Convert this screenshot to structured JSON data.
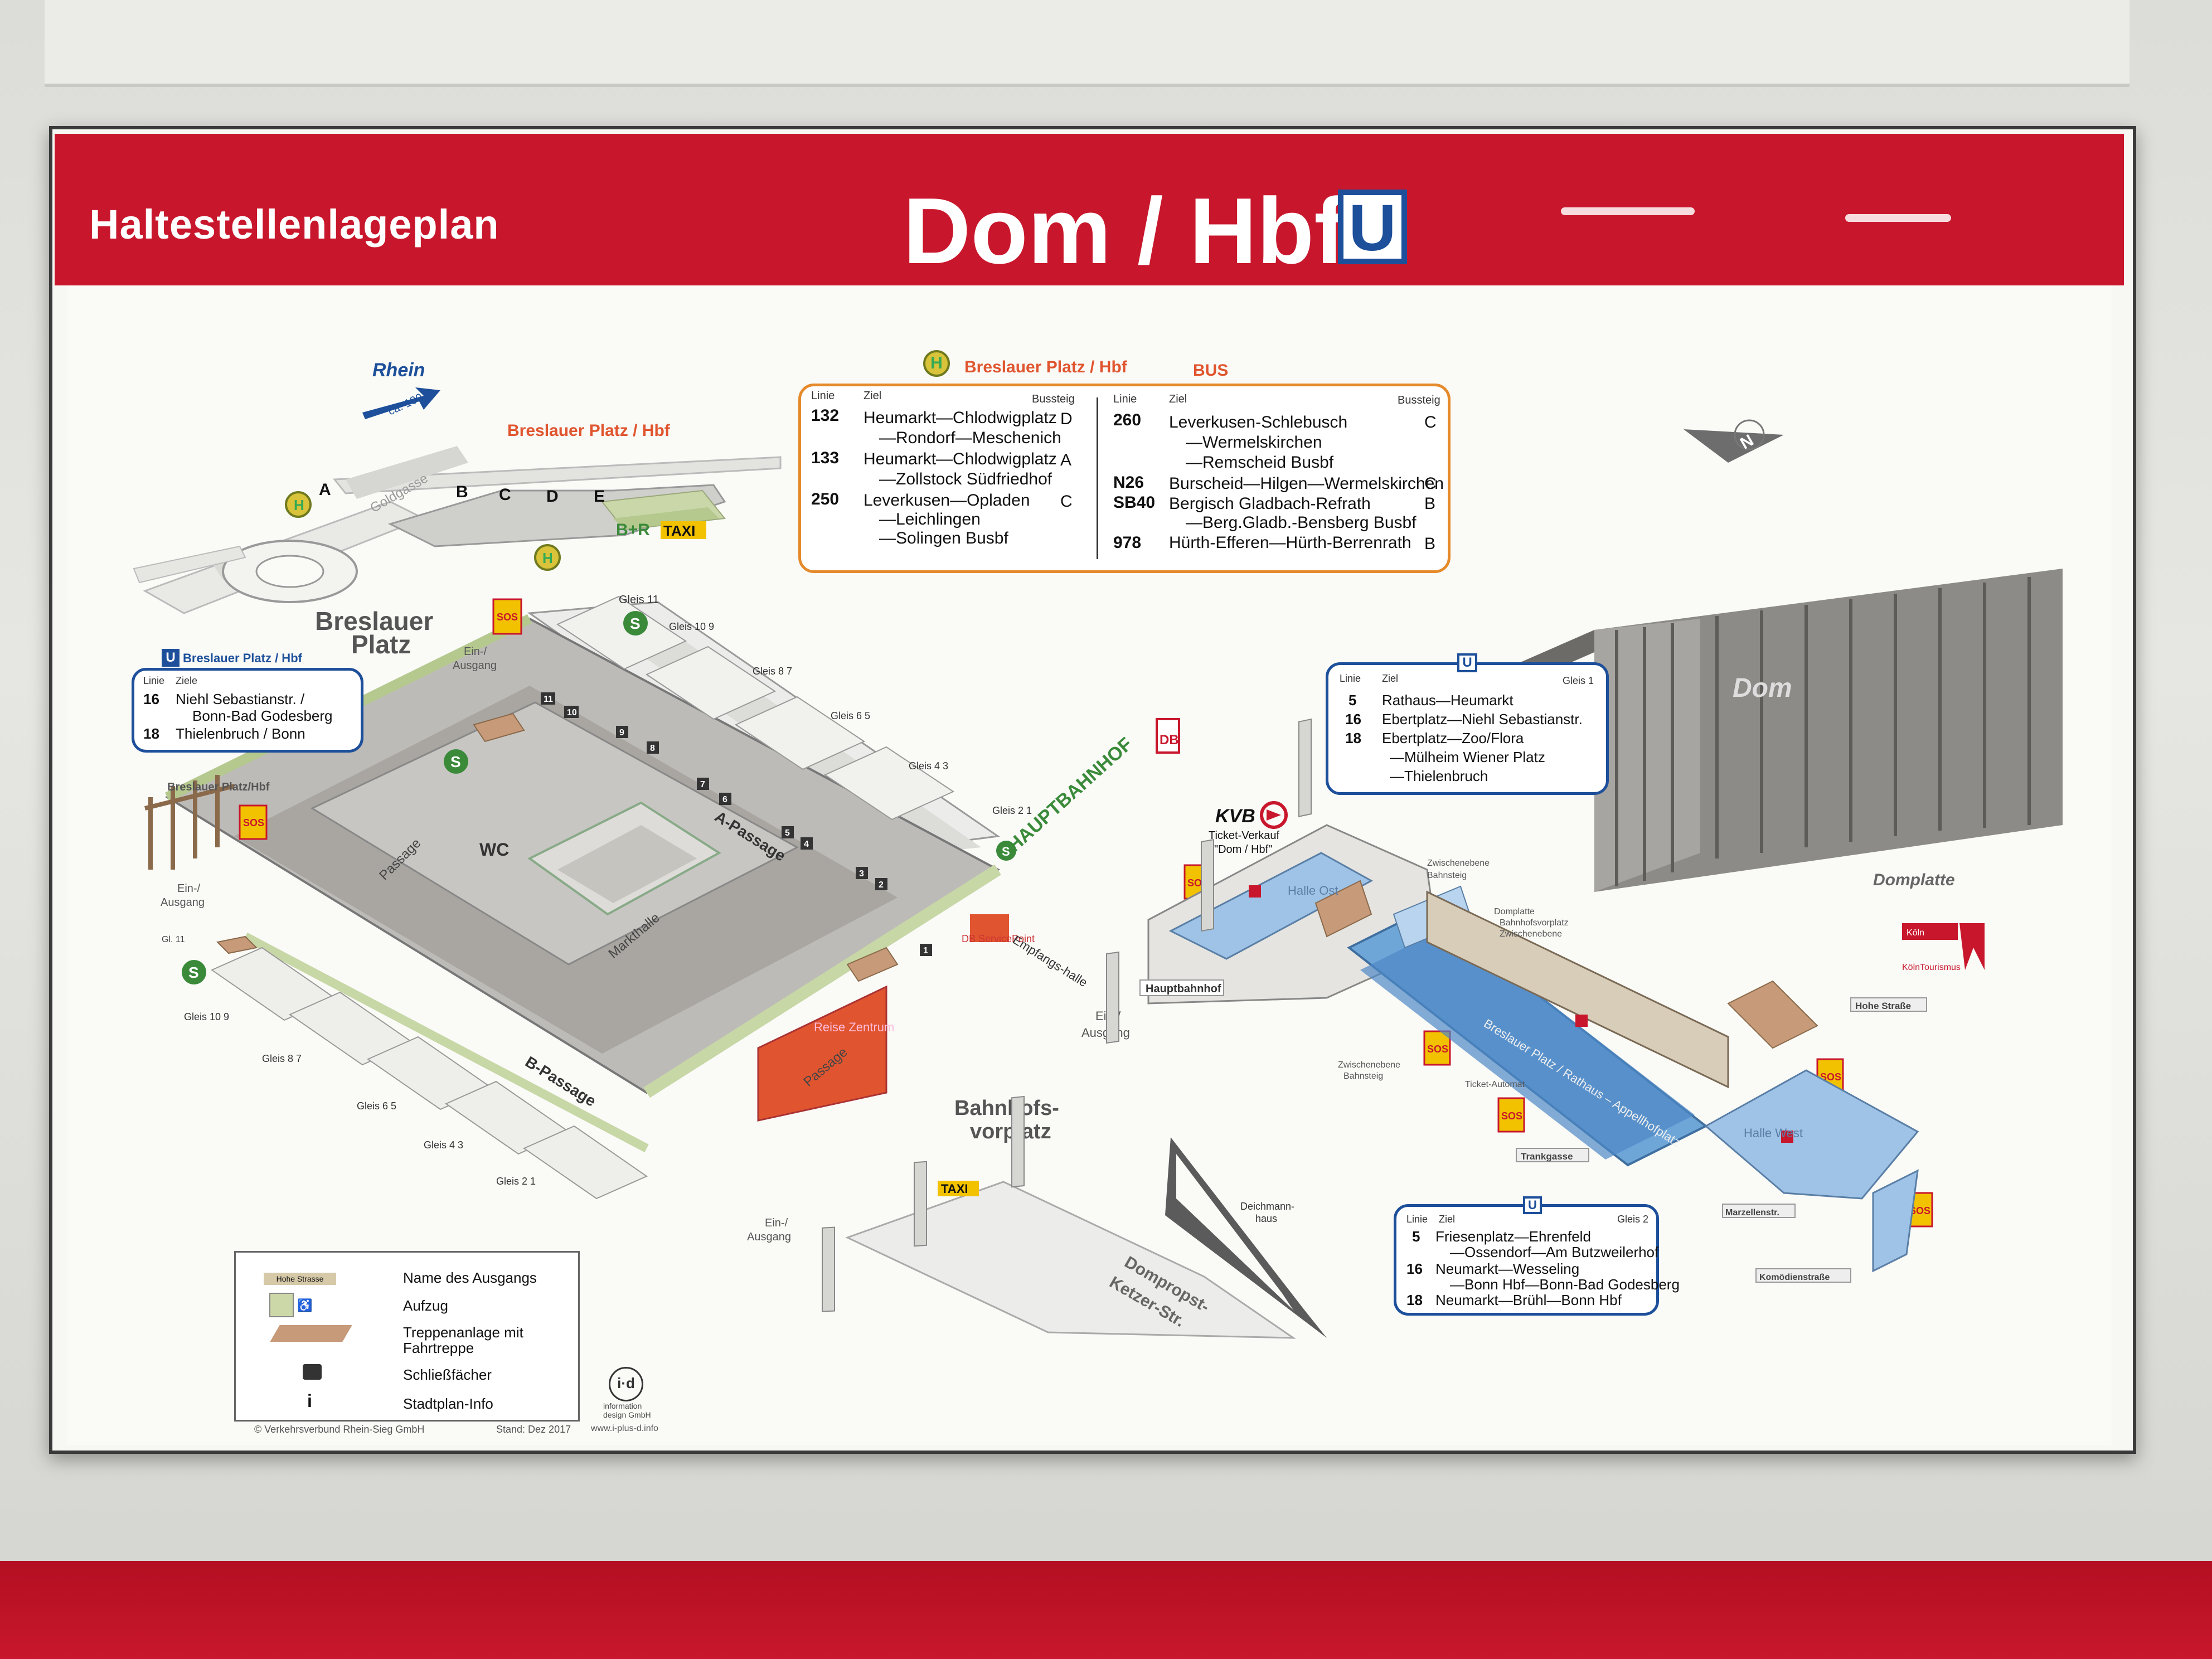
{
  "header": {
    "left_title": "Haltestellenlageplan",
    "station": "Dom / Hbf",
    "u_symbol": "U"
  },
  "map": {
    "labels": {
      "rhein": "Rhein",
      "rhein_dist": "ca. 100 m",
      "breslauer_platz_hbf_top": "Breslauer Platz / Hbf",
      "goldgasse": "Goldgasse",
      "breslauer_platz": "Breslauer",
      "breslauer_platz_2": "Platz",
      "br": "B+R",
      "taxi": "TAXI",
      "taxi2": "TAXI",
      "wc": "WC",
      "markthalle": "Markthalle",
      "passage": "Passage",
      "a_passage": "A-Passage",
      "b_passage": "B-Passage",
      "passage2": "Passage",
      "reise_zentrum": "Reise Zentrum",
      "db_servicepoint": "DB ServicePoint",
      "empfangshalle": "Empfangs-halle",
      "hauptbahnhof_sign": "HAUPTBAHNHOF",
      "db": "DB",
      "kvb": "KVB",
      "ticket_verkauf": "Ticket-Verkauf",
      "ticket_verkauf_2": "\"Dom / Hbf\"",
      "hauptbahnhof_label": "Hauptbahnhof",
      "bahnhofsvorplatz": "Bahnhofs-",
      "bahnhofsvorplatz_2": "vorplatz",
      "ein_ausgang": "Ein-/",
      "ein_ausgang_2": "Ausgang",
      "domplatte": "Domplatte",
      "dom": "Dom",
      "halle_ost": "Halle Ost",
      "halle_west": "Halle West",
      "hohe_strasse": "Hohe Straße",
      "trankgasse": "Trankgasse",
      "marzellenstr": "Marzellenstr.",
      "komoedienstrasse": "Komödienstraße",
      "deichmannhaus": "Deichmann-",
      "deichmannhaus_2": "haus",
      "dompropst": "Dompropst-",
      "dompropst_2": "Ketzer-Str.",
      "zwischenebene": "Zwischenebene",
      "bahnsteig": "Bahnsteig",
      "zwischenebene_domplatte": "Domplatte",
      "bahnhofsvorplatz_small": "Bahnhofsvorplatz",
      "ticket_automat": "Ticket-Automat",
      "breslauer_rathaus": "Breslauer Platz / Rathaus – Appellhofplatz",
      "breslauer_platz_hbf_small": "Breslauer Platz/Hbf",
      "koeln": "Köln",
      "koelntourismus": "KölnTourismus",
      "gl11": "Gl. 11",
      "sos": "SOS",
      "gleis_11": "Gleis 11",
      "gleis_10_9": "Gleis 10 9",
      "gleis_8_7": "Gleis 8 7",
      "gleis_6_5": "Gleis 6 5",
      "gleis_4_3": "Gleis 4 3",
      "gleis_2_1": "Gleis 2 1",
      "gleis_10_9_b": "Gleis 10 9",
      "gleis_8_7_b": "Gleis 8 7",
      "gleis_6_5_b": "Gleis 6 5",
      "gleis_4_3_b": "Gleis 4 3",
      "gleis_2_1_b": "Gleis 2 1",
      "bays": [
        "A",
        "B",
        "C",
        "D",
        "E"
      ],
      "gleis_numbers": [
        "11",
        "10",
        "9",
        "8",
        "7",
        "6",
        "5",
        "4",
        "3",
        "2",
        "1"
      ]
    }
  },
  "bus_table": {
    "title": "Breslauer Platz / Hbf",
    "mode": "BUS",
    "headers": {
      "linie": "Linie",
      "ziel": "Ziel",
      "bussteig": "Bussteig"
    },
    "left": [
      {
        "linie": "132",
        "ziel": "Heumarkt—Chlodwigplatz",
        "ziel2": "—Rondorf—Meschenich",
        "bussteig": "D"
      },
      {
        "linie": "133",
        "ziel": "Heumarkt—Chlodwigplatz",
        "ziel2": "—Zollstock Südfriedhof",
        "bussteig": "A"
      },
      {
        "linie": "250",
        "ziel": "Leverkusen—Opladen",
        "ziel2": "—Leichlingen",
        "ziel3": "—Solingen Busbf",
        "bussteig": "C"
      }
    ],
    "right": [
      {
        "linie": "260",
        "ziel": "Leverkusen-Schlebusch",
        "ziel2": "—Wermelskirchen",
        "ziel3": "—Remscheid Busbf",
        "bussteig": "C"
      },
      {
        "linie": "N26",
        "ziel": "Burscheid—Hilgen—Wermelskirchen",
        "bussteig": "C"
      },
      {
        "linie": "SB40",
        "ziel": "Bergisch Gladbach-Refrath",
        "ziel2": "—Berg.Gladb.-Bensberg Busbf",
        "bussteig": "B"
      },
      {
        "linie": "978",
        "ziel": "Hürth-Efferen—Hürth-Berrenrath",
        "bussteig": "B"
      }
    ]
  },
  "ubahn_breslauer": {
    "title": "Breslauer Platz / Hbf",
    "headers": {
      "linie": "Linie",
      "ziel": "Ziele"
    },
    "rows": [
      {
        "linie": "16",
        "ziel": "Niehl Sebastianstr. /",
        "ziel2": "Bonn-Bad Godesberg"
      },
      {
        "linie": "18",
        "ziel": "Thielenbruch / Bonn"
      }
    ]
  },
  "ubahn_gleis1": {
    "headers": {
      "linie": "Linie",
      "ziel": "Ziel",
      "gleis": "Gleis 1"
    },
    "rows": [
      {
        "linie": "5",
        "ziel": "Rathaus—Heumarkt"
      },
      {
        "linie": "16",
        "ziel": "Ebertplatz—Niehl Sebastianstr."
      },
      {
        "linie": "18",
        "ziel": "Ebertplatz—Zoo/Flora",
        "ziel2": "—Mülheim Wiener Platz",
        "ziel3": "—Thielenbruch"
      }
    ]
  },
  "ubahn_gleis2": {
    "headers": {
      "linie": "Linie",
      "ziel": "Ziel",
      "gleis": "Gleis 2"
    },
    "rows": [
      {
        "linie": "5",
        "ziel": "Friesenplatz—Ehrenfeld",
        "ziel2": "—Ossendorf—Am Butzweilerhof"
      },
      {
        "linie": "16",
        "ziel": "Neumarkt—Wesseling",
        "ziel2": "—Bonn Hbf—Bonn-Bad Godesberg"
      },
      {
        "linie": "18",
        "ziel": "Neumarkt—Brühl—Bonn Hbf"
      }
    ]
  },
  "legend": {
    "sample_exit": "Hohe Strasse",
    "items": [
      "Name des Ausgangs",
      "Aufzug",
      "Treppenanlage mit",
      "Fahrtreppe",
      "Schließfächer",
      "Stadtplan-Info"
    ]
  },
  "footer": {
    "copyright": "© Verkehrsverbund Rhein-Sieg GmbH",
    "stand": "Stand: Dez 2017",
    "url": "www.i-plus-d.info",
    "id_company": "information design GmbH"
  },
  "colors": {
    "brand_red": "#c8172c",
    "u_blue": "#1d4f9a",
    "bus_orange": "#e58a2a",
    "sbahn_green": "#3a8a3a",
    "sos_yellow": "#f2c200",
    "water_blue": "#6fa6d8",
    "reisezentrum": "#e0552f"
  }
}
